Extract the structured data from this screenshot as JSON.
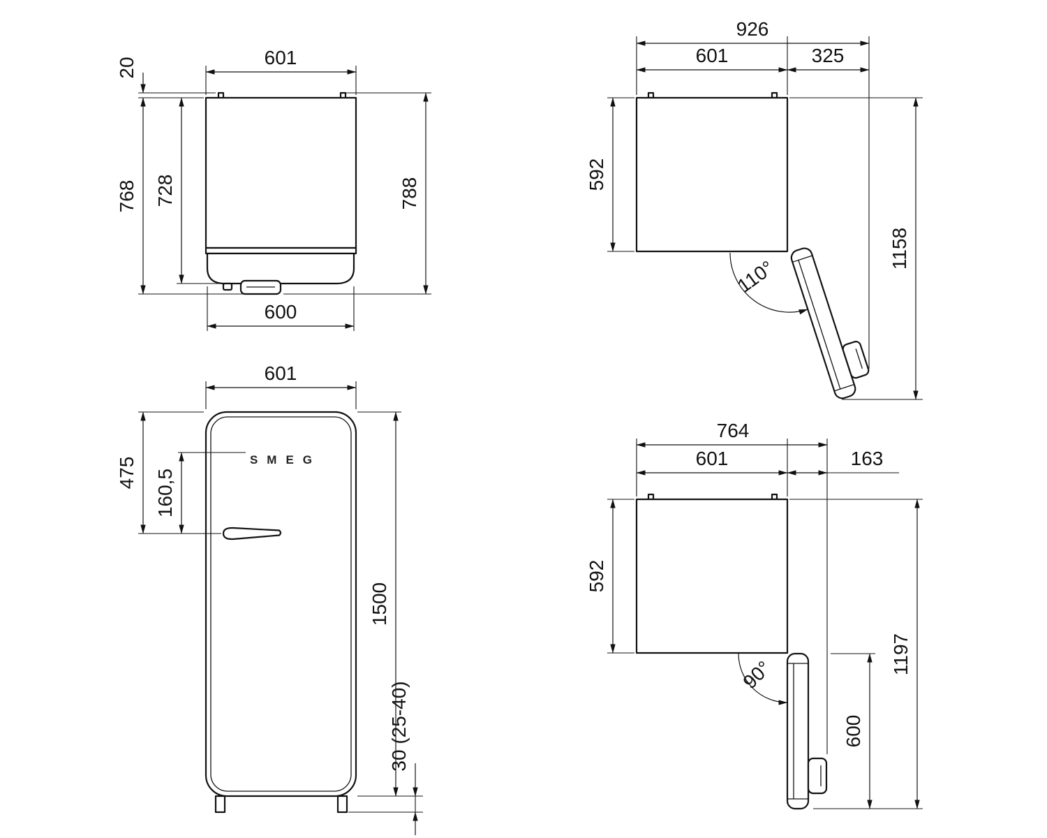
{
  "colors": {
    "line": "#111111",
    "background": "#ffffff"
  },
  "plan_top_closed": {
    "width_back": "601",
    "rear_spacer": "20",
    "depth_incl_door": "768",
    "depth_body": "728",
    "depth_incl_handle": "788",
    "width_front": "600"
  },
  "plan_top_110": {
    "overall_width": "926",
    "body_width": "601",
    "door_clearance": "325",
    "body_depth": "592",
    "overall_depth": "1158",
    "door_angle": "110°"
  },
  "front_view": {
    "width": "601",
    "handle_from_top": "475",
    "logo_to_handle": "160,5",
    "height": "1500",
    "feet_height": "30 (25-40)",
    "brand": "SMEG"
  },
  "plan_top_90": {
    "overall_width": "764",
    "body_width": "601",
    "door_clearance": "163",
    "body_depth": "592",
    "overall_depth": "1197",
    "door_depth": "600",
    "door_angle": "90°"
  }
}
